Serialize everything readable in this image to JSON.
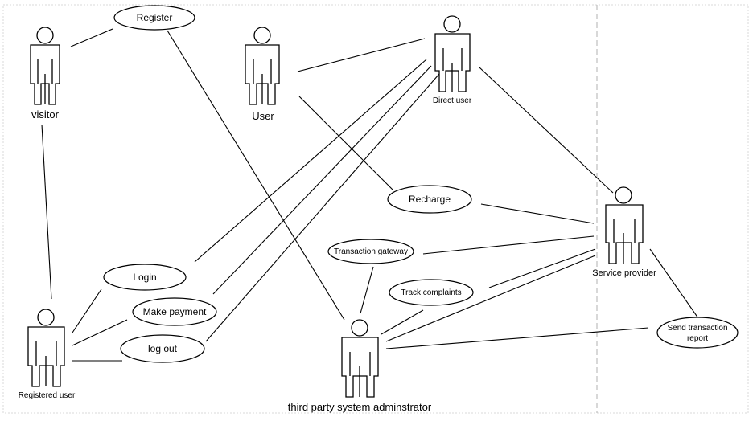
{
  "diagram": {
    "actors": {
      "visitor": "visitor",
      "user": "User",
      "direct_user": "Direct user",
      "service_provider": "Service provider",
      "registered_user": "Registered user",
      "third_party": "third party system adminstrator"
    },
    "use_cases": {
      "register": "Register",
      "recharge": "Recharge",
      "transaction_gateway": "Transaction gateway",
      "track_complaints": "Track complaints",
      "login": "Login",
      "make_payment": "Make payment",
      "log_out": "log out",
      "send_report_line1": "Send transaction",
      "send_report_line2": "report"
    }
  }
}
